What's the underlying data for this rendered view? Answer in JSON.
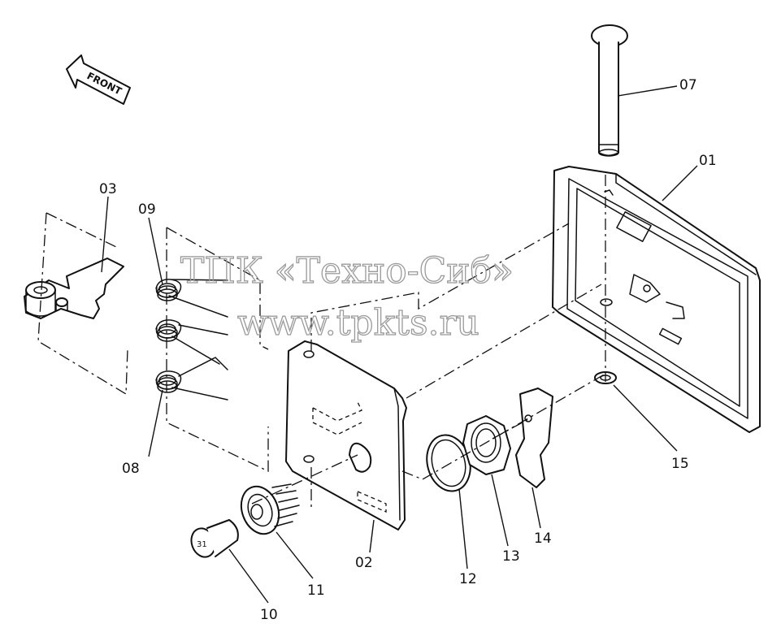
{
  "orientation_label": "FRONT",
  "watermark": {
    "line1": "ТПК «Техно-Сиб»",
    "line2": "www.tpkts.ru"
  },
  "callouts": {
    "c01": "01",
    "c02": "02",
    "c03": "03",
    "c07": "07",
    "c08": "08",
    "c09": "09",
    "c10": "10",
    "c11": "11",
    "c12": "12",
    "c13": "13",
    "c14": "14",
    "c15": "15"
  }
}
